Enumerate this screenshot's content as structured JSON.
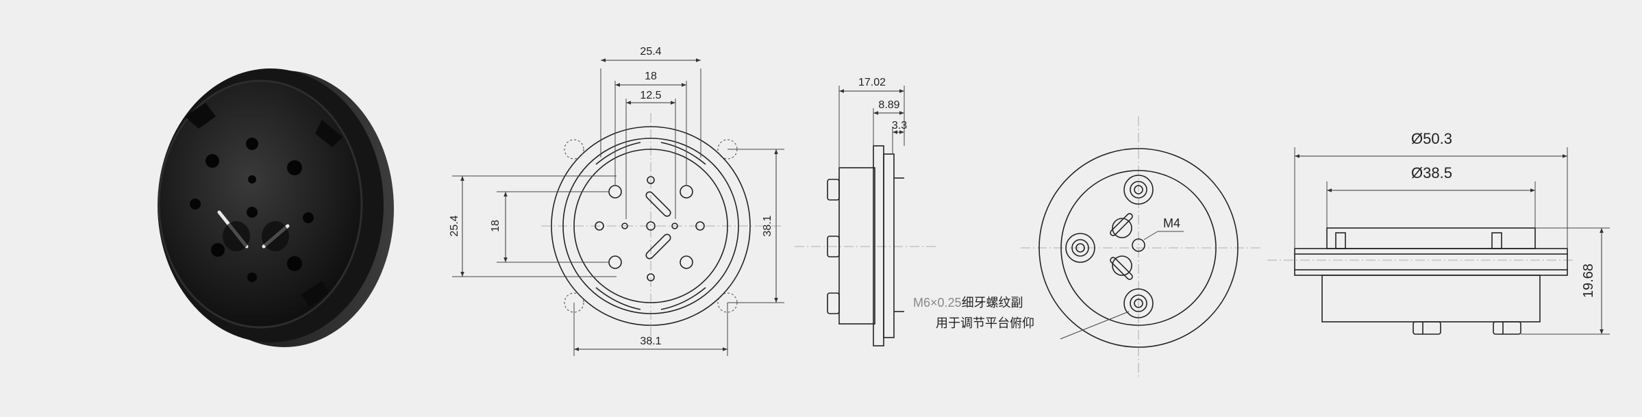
{
  "front_view": {
    "dim_top_1": "25.4",
    "dim_top_2": "18",
    "dim_top_3": "12.5",
    "dim_left_1": "25.4",
    "dim_left_2": "18",
    "dim_right": "38.1",
    "dim_bottom": "38.1"
  },
  "side_view": {
    "dim_1": "17.02",
    "dim_2": "8.89",
    "dim_3": "3.3"
  },
  "back_view": {
    "thread_label": "M4",
    "note_spec": "M6×0.25",
    "note_line1_rest": "细牙螺纹副",
    "note_line2": "用于调节平台俯仰"
  },
  "profile_view": {
    "dia_outer": "Ø50.3",
    "dia_inner": "Ø38.5",
    "height": "19.68"
  },
  "colors": {
    "background": "#efefef",
    "line": "#222222",
    "part_dark": "#1b1b1b"
  }
}
